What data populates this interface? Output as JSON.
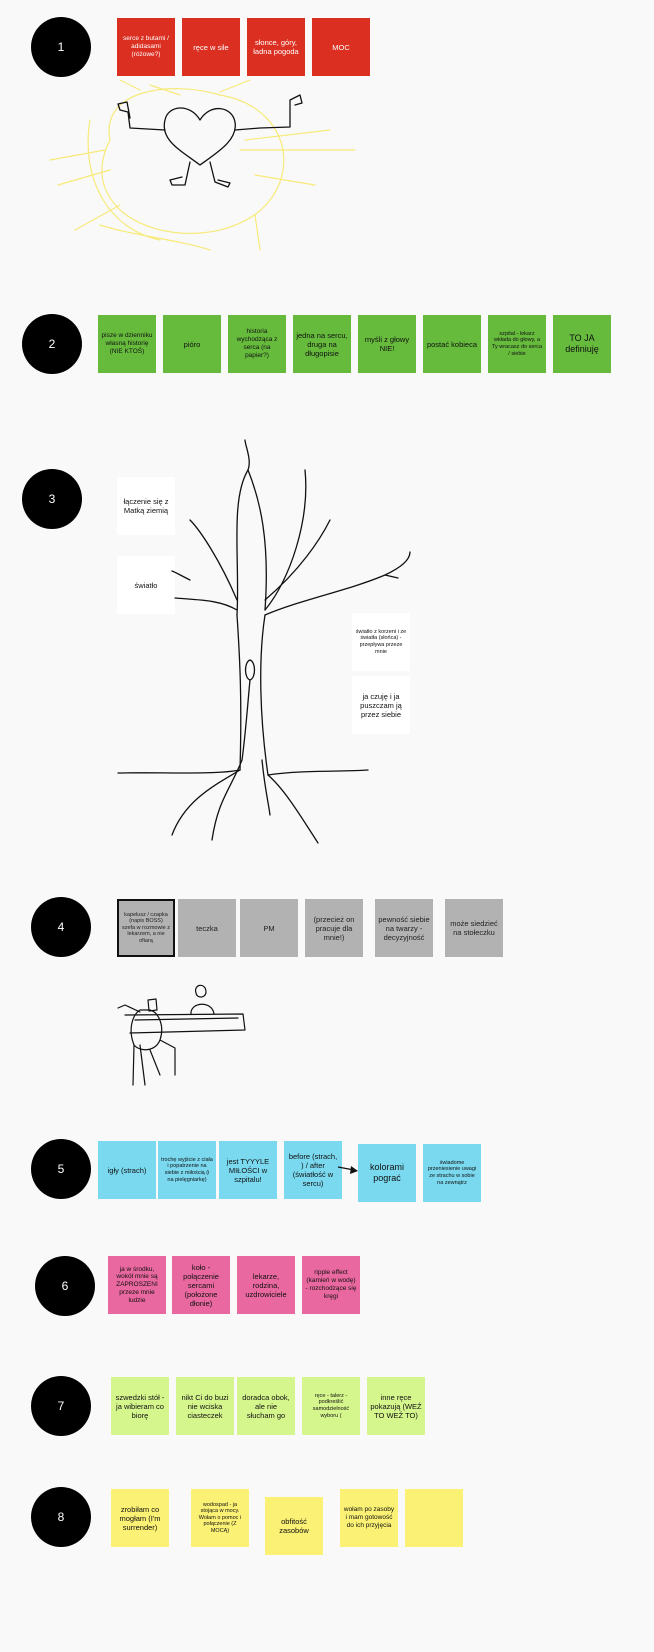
{
  "sections": [
    {
      "num": "1"
    },
    {
      "num": "2"
    },
    {
      "num": "3"
    },
    {
      "num": "4"
    },
    {
      "num": "5"
    },
    {
      "num": "6"
    },
    {
      "num": "7"
    },
    {
      "num": "8"
    }
  ],
  "s1": [
    "serce z butami / adidasami (różowe?)",
    "ręce w sile",
    "słonce, góry, ładna pogoda",
    "MOC"
  ],
  "s2": [
    "pisze w dzienniku własną historię (NIE KTOŚ)",
    "pióro",
    "historia wychodząca z serca (na papier?)",
    "jedna na sercu, druga na długopisie",
    "myśli z głowy NIE!",
    "postać kobieca",
    "szpital - lekarz wkłada do głowy, a Ty wracasz do serca / siebie",
    "TO JA definiuję"
  ],
  "s3": [
    "łączenie się z Matką ziemią",
    "światło",
    "światło z korzeni i ze światła (słońca) - przepływa przeze mnie",
    "ja czuję i ja puszczam ją przez siebie"
  ],
  "s4": [
    "kapelusz / czapka (napis BOSS) szefa w rozmowie z lekarzem, a nie ofiarą",
    "teczka",
    "PM",
    "(przecież on pracuje dla mnie!)",
    "pewność siebie na twarzy - decyzyjność",
    "może siedzieć na stołeczku"
  ],
  "s5": [
    "igły (strach)",
    "trochę wyjście z ciała i popatrzenie na siebie z miłością (i na pielęgniarkę)",
    "jest TYYYLE MIŁOŚCI w szpitalu!",
    "before (strach, ) / after (światłość w sercu)",
    "kolorami pograć",
    "świadome przeniesienie uwagi ze strachu w sobie na zewnątrz"
  ],
  "s6": [
    "ja w środku, wokół mnie są ZAPROSZENI przeze mnie ludzie",
    "koło - połączenie sercami (położone dłonie)",
    "lekarze, rodzina, uzdrowiciele",
    "ripple effect (kamień w wodę) - rozchodzące się kręgi"
  ],
  "s7": [
    "szwedzki stół - ja wibieram co biorę",
    "nikt Ci do buzi nie wciska ciasteczek",
    "doradca obok, ale nie słucham go",
    "ręce - talerz - podkreślić samodzielność wyboru (",
    "inne ręce pokazują (WEŹ TO WEŹ TO)"
  ],
  "s8": [
    "zrobiłam co mogłam (I'm surrender)",
    "wodospad - ja stojąca w mocy. Wołam o pomoc i połączenie (Z MOCĄ)",
    "obfitość zasobów",
    "wołam po zasoby i mam gotowość do ich przyjęcia",
    ""
  ],
  "colors": {
    "red": "#da2f21",
    "green": "#66bb3d",
    "gray": "#b2b2b2",
    "cyan": "#7ad9ef",
    "pink": "#e8689f",
    "lime": "#d5f58d",
    "yellow": "#fbf174",
    "sun": "#f7ea7a"
  }
}
